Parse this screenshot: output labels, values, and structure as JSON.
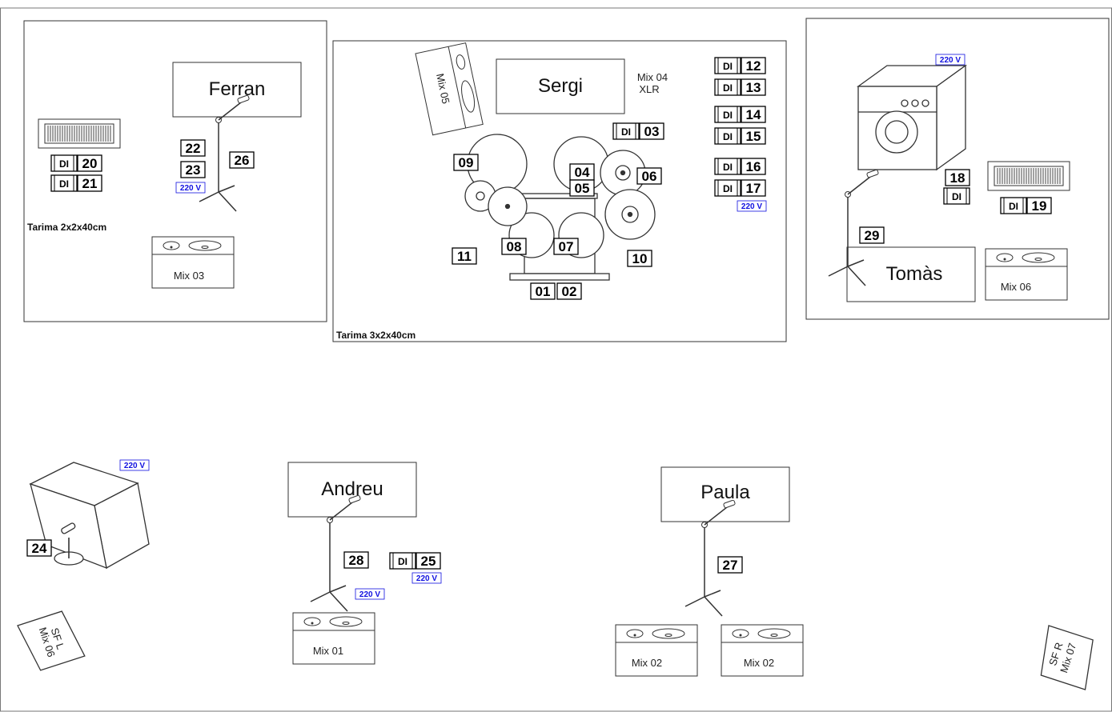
{
  "platforms": [
    {
      "id": "left",
      "label": "Tarima 2x2x40cm"
    },
    {
      "id": "center",
      "label": "Tarima 3x2x40cm"
    },
    {
      "id": "right",
      "label": ""
    }
  ],
  "musicians": {
    "ferran": "Ferran",
    "sergi": "Sergi",
    "tomas": "Tomàs",
    "andreu": "Andreu",
    "paula": "Paula"
  },
  "voltage_label": "220 V",
  "di_label": "DI",
  "channels": {
    "c01": "01",
    "c02": "02",
    "c03": "03",
    "c04": "04",
    "c05": "05",
    "c06": "06",
    "c07": "07",
    "c08": "08",
    "c09": "09",
    "c10": "10",
    "c11": "11",
    "c12": "12",
    "c13": "13",
    "c14": "14",
    "c15": "15",
    "c16": "16",
    "c17": "17",
    "c18": "18",
    "c19": "19",
    "c20": "20",
    "c21": "21",
    "c22": "22",
    "c23": "23",
    "c24": "24",
    "c25": "25",
    "c26": "26",
    "c27": "27",
    "c28": "28",
    "c29": "29"
  },
  "monitors": {
    "mix01": "Mix 01",
    "mix02a": "Mix 02",
    "mix02b": "Mix 02",
    "mix03": "Mix 03",
    "mix04_line1": "Mix 04",
    "mix04_line2": "XLR",
    "mix05": "Mix 05",
    "mix06": "Mix 06"
  },
  "sidefills": {
    "left_line1": "SF L",
    "left_line2": "Mix 06",
    "right_line1": "SF R",
    "right_line2": "Mix 07"
  }
}
